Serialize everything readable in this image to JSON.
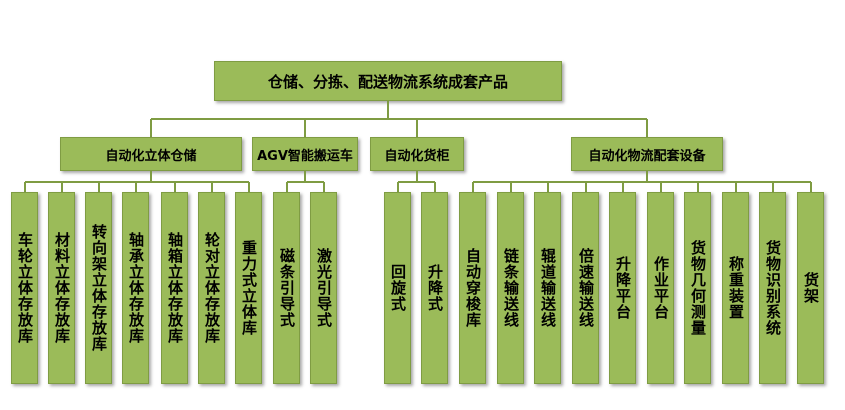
{
  "root": "仓储、分拣、配送物流系统成套产品",
  "categories": [
    {
      "label": "自动化立体仓储",
      "items": [
        "车轮立体存放库",
        "材料立体存放库",
        "转向架立体存放库",
        "轴承立体存放库",
        "轴箱立体存放库",
        "轮对立体存放库",
        "重力式立体库"
      ]
    },
    {
      "label": "AGV智能搬运车",
      "items": [
        "磁条引导式",
        "激光引导式"
      ]
    },
    {
      "label": "自动化货柜",
      "items": [
        "回旋式",
        "升降式"
      ]
    },
    {
      "label": "自动化物流配套设备",
      "items": [
        "自动穿梭库",
        "链条输送线",
        "辊道输送线",
        "倍速输送线",
        "升降平台",
        "作业平台",
        "货物几何测量",
        "称重装置",
        "货物识别系统",
        "货架"
      ]
    }
  ],
  "colors": {
    "fill": "#9bbb59",
    "border": "#7f9c43"
  }
}
